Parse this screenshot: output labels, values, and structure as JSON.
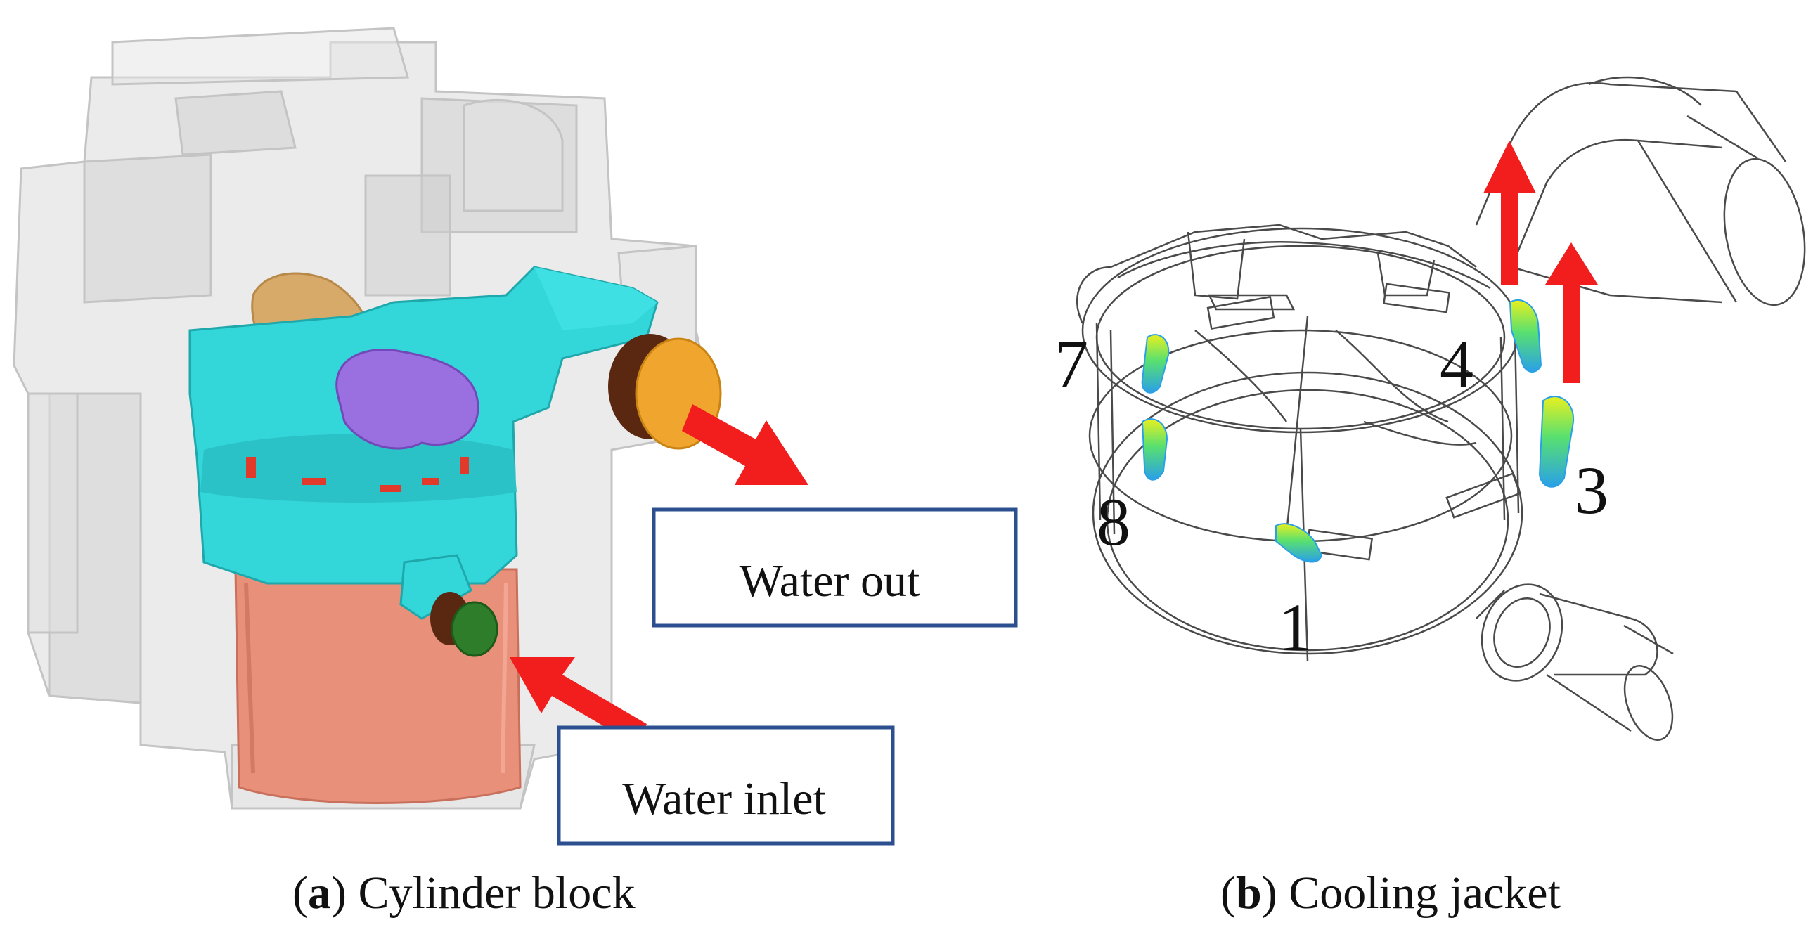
{
  "panel_a": {
    "caption_letter": "a",
    "caption_text": " Cylinder block",
    "label_outlet": "Water out",
    "label_inlet": "Water inlet"
  },
  "panel_b": {
    "caption_letter": "b",
    "caption_text": " Cooling jacket",
    "markers": [
      "7",
      "8",
      "1",
      "4",
      "3"
    ]
  },
  "colors": {
    "jacket_cyan": "#33d6d9",
    "liner_copper": "#e8907a",
    "port_purple": "#9a6fe0",
    "port_tan": "#d8aa6a",
    "outlet_orange": "#f0a62e",
    "outlet_brown": "#5a2810",
    "inlet_green": "#2d7d2a",
    "arrow_red": "#f21d1d",
    "box_border": "#2b4f8f",
    "ghost_grey": "#d9d9d9"
  }
}
